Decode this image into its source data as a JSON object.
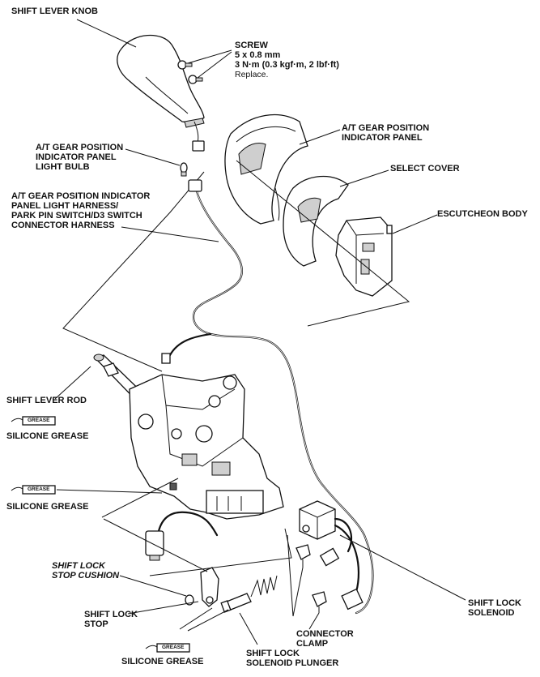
{
  "labels": {
    "shift_lever_knob": "SHIFT LEVER KNOB",
    "screw": "SCREW\n5 x 0.8 mm\n3 N·m (0.3 kgf·m, 2 lbf·ft)",
    "screw_note": "Replace.",
    "at_gear_panel": "A/T GEAR POSITION\nINDICATOR PANEL",
    "indicator_bulb": "A/T GEAR POSITION\nINDICATOR PANEL\nLIGHT BULB",
    "select_cover": "SELECT COVER",
    "harness": "A/T GEAR POSITION INDICATOR\nPANEL LIGHT HARNESS/\nPARK PIN SWITCH/D3 SWITCH\nCONNECTOR HARNESS",
    "escutcheon_body": "ESCUTCHEON BODY",
    "shift_lever_rod": "SHIFT LEVER ROD",
    "silicone_grease_1": "SILICONE GREASE",
    "silicone_grease_2": "SILICONE GREASE",
    "shift_lock_stop_cushion": "SHIFT LOCK\nSTOP CUSHION",
    "shift_lock_stop": "SHIFT LOCK\nSTOP",
    "silicone_grease_3": "SILICONE GREASE",
    "shift_lock_solenoid_plunger": "SHIFT LOCK\nSOLENOID PLUNGER",
    "connector_clamp": "CONNECTOR\nCLAMP",
    "shift_lock_solenoid": "SHIFT LOCK\nSOLENOID"
  },
  "grease_tag": "GREASE"
}
